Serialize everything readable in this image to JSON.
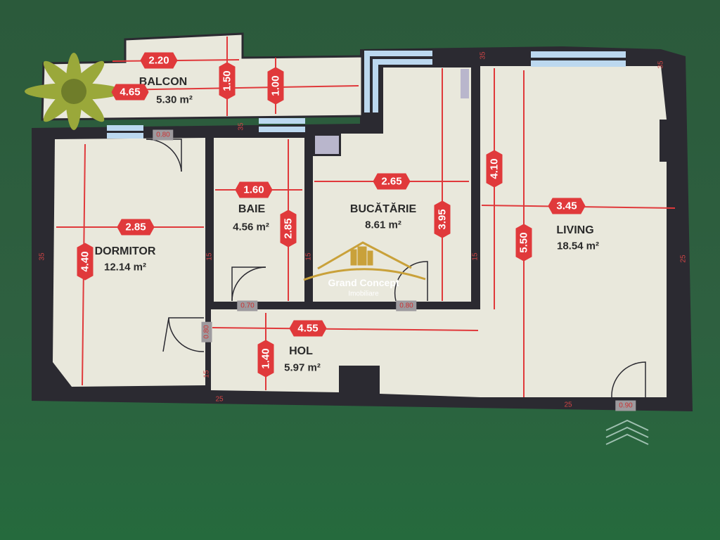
{
  "rooms": {
    "balcon": {
      "name": "BALCON",
      "area": "5.30 m²"
    },
    "dormitor": {
      "name": "DORMITOR",
      "area": "12.14 m²"
    },
    "baie": {
      "name": "BAIE",
      "area": "4.56 m²"
    },
    "bucatarie": {
      "name": "BUCĂTĂRIE",
      "area": "8.61 m²"
    },
    "living": {
      "name": "LIVING",
      "area": "18.54 m²"
    },
    "hol": {
      "name": "HOL",
      "area": "5.97 m²"
    }
  },
  "dimensions": {
    "balcon_w_upper": "2.20",
    "balcon_w": "4.65",
    "balcon_h_upper": "1.50",
    "balcon_h": "1.00",
    "dormitor_w": "2.85",
    "dormitor_h": "4.40",
    "baie_w": "1.60",
    "baie_h": "2.85",
    "bucatarie_w": "2.65",
    "bucatarie_h": "3.95",
    "living_h_upper": "4.10",
    "living_w": "3.45",
    "living_h": "5.50",
    "hol_w": "4.55",
    "hol_h": "1.40"
  },
  "walls": {
    "w1": "35",
    "w2": "35",
    "w3": "35",
    "w4": "35",
    "w5": "15",
    "w6": "15",
    "w7": "15",
    "w8": "15",
    "w9": "25",
    "w10": "25",
    "w11": "25"
  },
  "doors": {
    "d1": "0.80",
    "d2": "0.70",
    "d3": "0.80",
    "d4": "0.80",
    "d5": "0.90"
  },
  "watermark": {
    "title": "Grand Concept",
    "subtitle": "Imobiliare"
  },
  "colors": {
    "wall": "#2b2a31",
    "floor": "#e9e8dc",
    "dimension": "#e0393b",
    "window": "#bcd8ef"
  }
}
